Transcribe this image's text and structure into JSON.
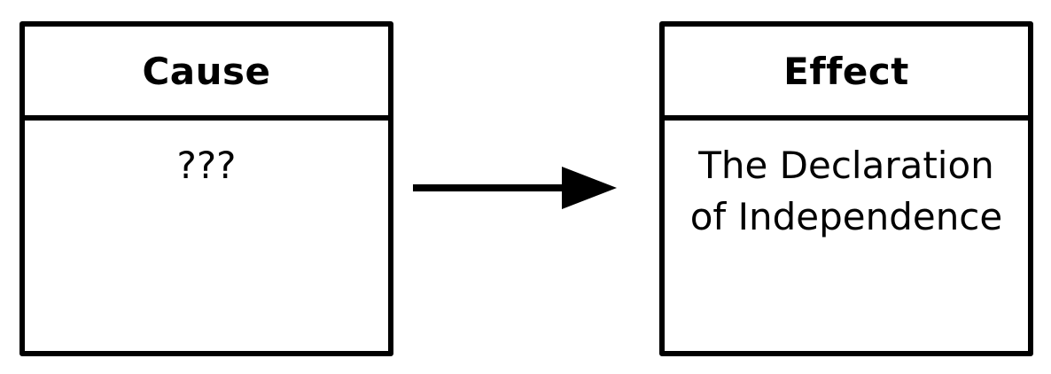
{
  "diagram": {
    "cause": {
      "header": "Cause",
      "body": "???"
    },
    "effect": {
      "header": "Effect",
      "body": "The Declaration of Independence"
    },
    "colors": {
      "stroke": "#000000",
      "background": "#ffffff"
    }
  }
}
